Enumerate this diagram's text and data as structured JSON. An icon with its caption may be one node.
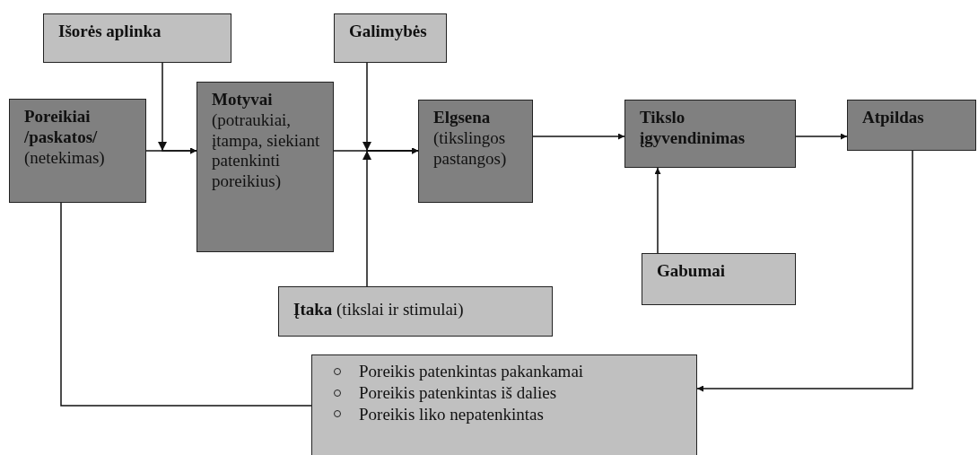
{
  "diagram": {
    "nodes": [
      {
        "text": [
          "Išorės aplinka"
        ]
      },
      {
        "text": [
          "Galimybės"
        ]
      },
      {
        "text": [
          "Poreikiai /paskatos/",
          "(netekimas)"
        ]
      },
      {
        "text": [
          "Motyvai",
          "(potraukiai, įtampa, siekiant patenkinti poreikius)"
        ]
      },
      {
        "text": [
          "Elgsena",
          "(tikslingos pastangos)"
        ]
      },
      {
        "text": [
          "Tikslo įgyvendinimas"
        ]
      },
      {
        "text": [
          "Atpildas"
        ]
      },
      {
        "text": [
          "Gabumai"
        ]
      },
      {
        "text": [
          "**Įtaka** (tikslai ir stimulai)"
        ]
      },
      {
        "text": [
          "Poreikis patenkintas pakankamai",
          "Poreikis patenkintas iš dalies",
          "Poreikis liko nepatenkintas"
        ]
      }
    ],
    "edges": [
      {
        "from": 2,
        "to": 3,
        "arrow": "to"
      },
      {
        "from": 0,
        "to": 3,
        "arrow": "to"
      },
      {
        "from": 3,
        "to": 4,
        "arrow": "to"
      },
      {
        "from": 1,
        "to": 4,
        "arrow": "to"
      },
      {
        "from": 8,
        "to": 4,
        "arrow": "to"
      },
      {
        "from": 4,
        "to": 5,
        "arrow": "to"
      },
      {
        "from": 5,
        "to": 6,
        "arrow": "to"
      },
      {
        "from": 7,
        "to": 5,
        "arrow": "to"
      },
      {
        "from": 6,
        "to": 9,
        "arrow": "to"
      },
      {
        "from": 2,
        "to": 9,
        "arrow": "none"
      }
    ]
  }
}
